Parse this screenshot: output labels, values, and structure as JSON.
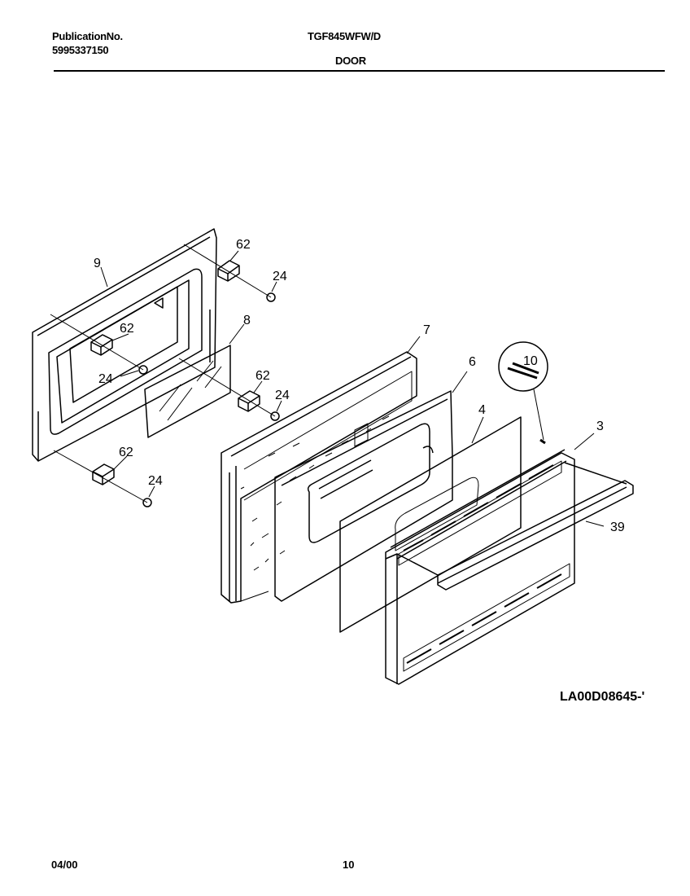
{
  "header": {
    "publication_label": "PublicationNo.",
    "publication_number": "5995337150",
    "model": "TGF845WFW/D",
    "section": "DOOR"
  },
  "diagram": {
    "code": "LA00D08645-'",
    "callouts": {
      "c9": "9",
      "c62a": "62",
      "c24a": "24",
      "c8": "8",
      "c62b": "62",
      "c24b": "24",
      "c62c": "62",
      "c24c": "24",
      "c62d": "62",
      "c24d": "24",
      "c7": "7",
      "c6": "6",
      "c4": "4",
      "c10": "10",
      "c3": "3",
      "c39": "39"
    }
  },
  "footer": {
    "date": "04/00",
    "page": "10"
  }
}
